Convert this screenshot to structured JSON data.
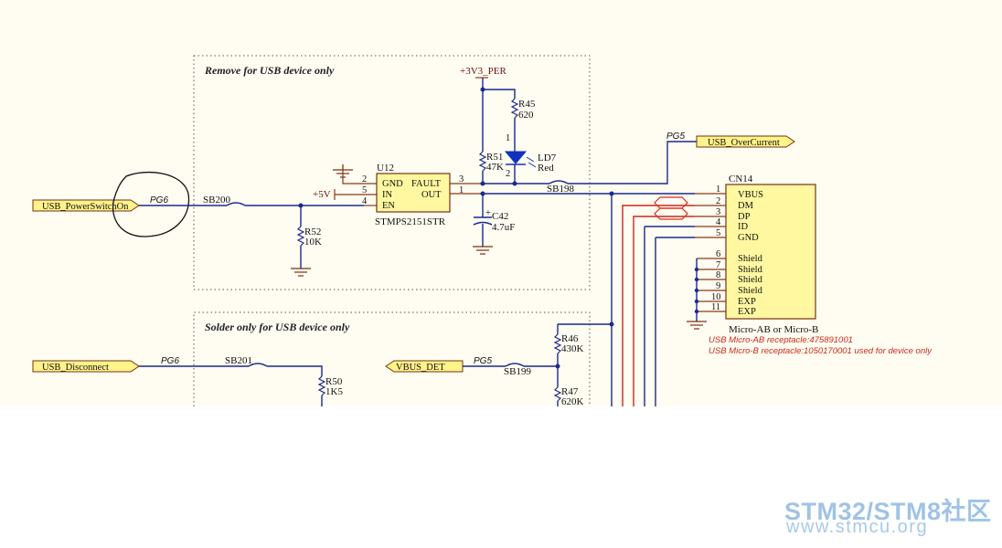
{
  "sections": {
    "remove_header": "Remove for USB device only",
    "solder_header": "Solder only for USB device only"
  },
  "ports": {
    "usb_powerswitchon": "USB_PowerSwitchOn",
    "usb_overcurrent": "USB_OverCurrent",
    "usb_disconnect": "USB_Disconnect",
    "vbus_det": "VBUS_DET"
  },
  "page_refs": {
    "pg6_a": "PG6",
    "pg5_a": "PG5",
    "pg6_b": "PG6",
    "pg5_b": "PG5"
  },
  "power": {
    "v3v3_per": "+3V3_PER",
    "v5": "+5V"
  },
  "u12": {
    "ref": "U12",
    "part": "STMPS2151STR",
    "pins_left": [
      {
        "num": "2",
        "name": "GND"
      },
      {
        "num": "5",
        "name": "IN"
      },
      {
        "num": "4",
        "name": "EN"
      }
    ],
    "pins_right": [
      {
        "num": "3",
        "name": "FAULT"
      },
      {
        "num": "1",
        "name": "OUT"
      }
    ]
  },
  "parts": {
    "r45_ref": "R45",
    "r45_val": "620",
    "r51_ref": "R51",
    "r51_val": "47K",
    "r52_ref": "R52",
    "r52_val": "10K",
    "r50_ref": "R50",
    "r50_val": "1K5",
    "r46_ref": "R46",
    "r46_val": "430K",
    "r47_ref": "R47",
    "r47_val": "620K",
    "c42_ref": "C42",
    "c42_val": "4.7uF",
    "ld7_ref": "LD7",
    "ld7_val": "Red",
    "ld7_pin1": "1",
    "ld7_pin2": "2",
    "sb200": "SB200",
    "sb198": "SB198",
    "sb201": "SB201",
    "sb199": "SB199"
  },
  "cn14": {
    "ref": "CN14",
    "part": "Micro-AB or Micro-B",
    "pins": [
      {
        "num": "1",
        "name": "VBUS"
      },
      {
        "num": "2",
        "name": "DM"
      },
      {
        "num": "3",
        "name": "DP"
      },
      {
        "num": "4",
        "name": "ID"
      },
      {
        "num": "5",
        "name": "GND"
      },
      {
        "num": "6",
        "name": "Shield"
      },
      {
        "num": "7",
        "name": "Shield"
      },
      {
        "num": "8",
        "name": "Shield"
      },
      {
        "num": "9",
        "name": "Shield"
      },
      {
        "num": "10",
        "name": "EXP"
      },
      {
        "num": "11",
        "name": "EXP"
      }
    ]
  },
  "notes": {
    "micro_ab": "USB Micro-AB receptacle:475891001",
    "micro_b": "USB Micro-B receptacle:1050170001 used for device only"
  },
  "watermark": {
    "line1": "STM32/STM8社区",
    "line2": "www.stmcu.org"
  },
  "colors": {
    "wire": "#1a2a8c",
    "diff_pair": "#c8281b",
    "note_text": "#cc2a1a",
    "chip_fill": "#fff8a0",
    "led": "#1030c0"
  }
}
